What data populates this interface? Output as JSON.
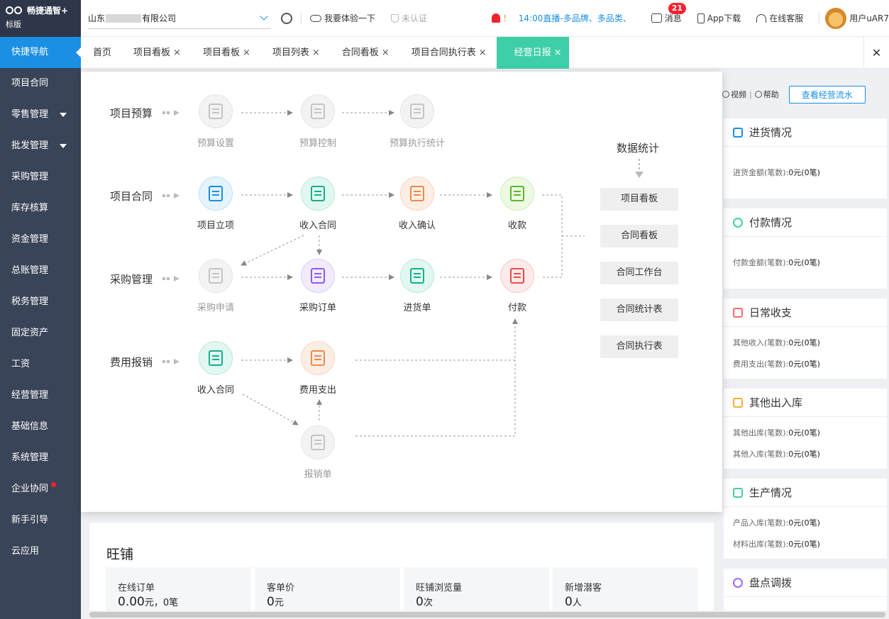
{
  "app": {
    "brand": "畅捷通智+",
    "edition": "标版"
  },
  "sidebar": {
    "items": [
      {
        "label": "快捷导航",
        "active": true
      },
      {
        "label": "项目合同"
      },
      {
        "label": "零售管理",
        "caret": true
      },
      {
        "label": "批发管理",
        "caret": true
      },
      {
        "label": "采购管理"
      },
      {
        "label": "库存核算"
      },
      {
        "label": "资金管理"
      },
      {
        "label": "总账管理"
      },
      {
        "label": "税务管理"
      },
      {
        "label": "固定资产"
      },
      {
        "label": "工资"
      },
      {
        "label": "经营管理"
      },
      {
        "label": "基础信息"
      },
      {
        "label": "系统管理"
      },
      {
        "label": "企业协同",
        "dot": true
      },
      {
        "label": "新手引导"
      },
      {
        "label": "云应用"
      }
    ]
  },
  "topbar": {
    "company_prefix": "山东",
    "company_suffix": "有限公司",
    "try_label": "我要体验一下",
    "cert_label": "未认证",
    "alert_label": "！",
    "live_text": "14:00直播-多品牌、多品类、",
    "msg_label": "消息",
    "msg_count": "21",
    "app_label": "App下载",
    "service_label": "在线客服",
    "user_label": "用户uAR7"
  },
  "tabs": [
    {
      "label": "首页",
      "closable": false
    },
    {
      "label": "项目看板",
      "closable": true
    },
    {
      "label": "项目看板",
      "closable": true
    },
    {
      "label": "项目列表",
      "closable": true
    },
    {
      "label": "合同看板",
      "closable": true
    },
    {
      "label": "项目合同执行表",
      "closable": true
    },
    {
      "label": "经营日报",
      "closable": true,
      "active": true
    }
  ],
  "tab_close_all": "✕",
  "tab_close_glyph": "×",
  "flow": {
    "rows": {
      "budget": "项目预算",
      "contract": "项目合同",
      "purchase": "采购管理",
      "expense": "费用报销"
    },
    "nodes": {
      "budget_setting": "预算设置",
      "budget_control": "预算控制",
      "budget_stats": "预算执行统计",
      "project_setup": "项目立项",
      "income_contract": "收入合同",
      "income_confirm": "收入确认",
      "collection": "收款",
      "purchase_request": "采购申请",
      "purchase_order": "采购订单",
      "receipt": "进货单",
      "payment": "付款",
      "expense_income_contract": "收入合同",
      "expense_out": "费用支出",
      "reimburse": "报销单"
    },
    "stats_title": "数据统计",
    "stats_buttons": [
      "项目看板",
      "合同看板",
      "合同工作台",
      "合同统计表",
      "合同执行表"
    ]
  },
  "right_panel": {
    "video_label": "视频",
    "help_label": "帮助",
    "flow_button": "查看经营流水",
    "cards": [
      {
        "title": "进货情况",
        "rows": [
          {
            "label": "进货金额(笔数):",
            "value": "0元(0笔)"
          }
        ]
      },
      {
        "title": "付款情况",
        "rows": [
          {
            "label": "付款金额(笔数):",
            "value": "0元(0笔)"
          }
        ]
      },
      {
        "title": "日常收支",
        "rows": [
          {
            "label": "其他收入(笔数):",
            "value": "0元(0笔)"
          },
          {
            "label": "费用支出(笔数):",
            "value": "0元(0笔)"
          }
        ]
      },
      {
        "title": "其他出入库",
        "rows": [
          {
            "label": "其他出库(笔数):",
            "value": "0元(0笔)"
          },
          {
            "label": "其他入库(笔数):",
            "value": "0元(0笔)"
          }
        ]
      },
      {
        "title": "生产情况",
        "rows": [
          {
            "label": "产品入库(笔数):",
            "value": "0元(0笔)"
          },
          {
            "label": "材料出库(笔数):",
            "value": "0元(0笔)"
          }
        ]
      },
      {
        "title": "盘点调拨",
        "rows": []
      }
    ]
  },
  "shop": {
    "title": "旺铺",
    "stats": [
      {
        "label": "在线订单",
        "value": "0.00",
        "unit": "元，0笔"
      },
      {
        "label": "客单价",
        "value": "0",
        "unit": "元"
      },
      {
        "label": "旺铺浏览量",
        "value": "0",
        "unit": "次"
      },
      {
        "label": "新增潜客",
        "value": "0",
        "unit": "人"
      }
    ]
  },
  "colors": {
    "sidebar_bg": "#3a4458",
    "nav_active": "#1a8fe3",
    "tab_active": "#3fcfa8",
    "badge": "#f5222d"
  }
}
